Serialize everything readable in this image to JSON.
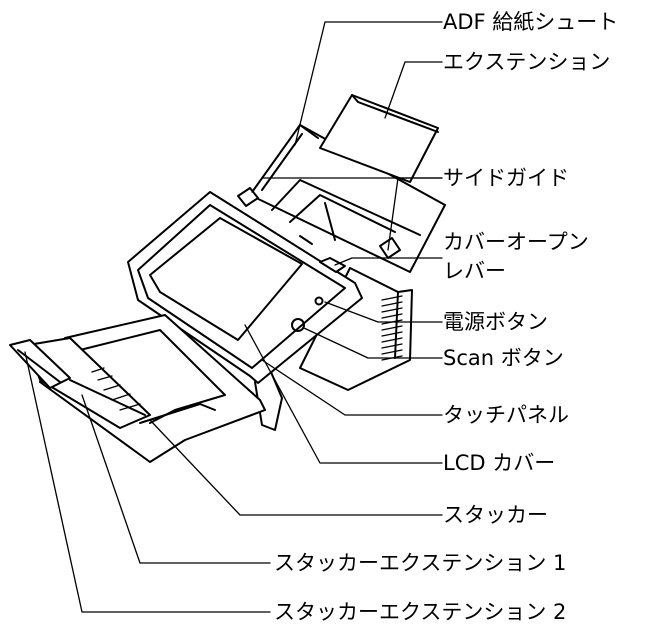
{
  "diagram": {
    "labels": {
      "adf_chute": "ADF 給紙シュート",
      "extension": "エクステンション",
      "side_guide": "サイドガイド",
      "cover_open_lever_1": "カバーオープン",
      "cover_open_lever_2": "レバー",
      "power_button": "電源ボタン",
      "scan_button": "Scan ボタン",
      "touch_panel": "タッチパネル",
      "lcd_cover": "LCD カバー",
      "stacker": "スタッカー",
      "stacker_extension_1": "スタッカーエクステンション 1",
      "stacker_extension_2": "スタッカーエクステンション 2"
    },
    "line_color": "#000000",
    "background": "#ffffff"
  }
}
